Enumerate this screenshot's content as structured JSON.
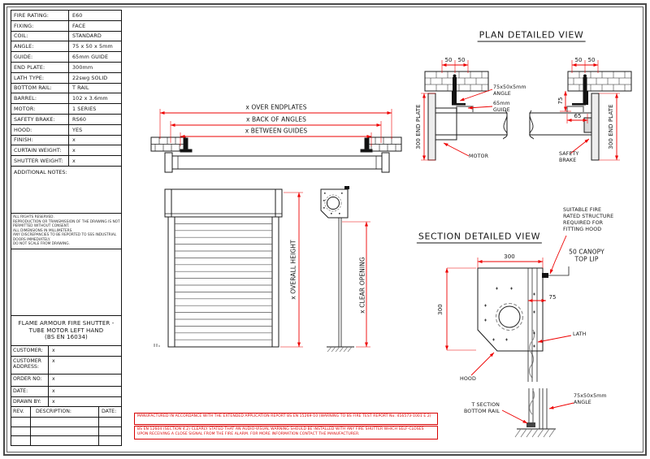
{
  "spec": {
    "rows": [
      {
        "label": "FIRE RATING:",
        "value": "E60"
      },
      {
        "label": "FIXING:",
        "value": "FACE"
      },
      {
        "label": "COIL:",
        "value": "STANDARD"
      },
      {
        "label": "ANGLE:",
        "value": "75 x 50 x 5mm"
      },
      {
        "label": "GUIDE:",
        "value": "65mm GUIDE"
      },
      {
        "label": "END PLATE:",
        "value": "300mm"
      },
      {
        "label": "LATH TYPE:",
        "value": "22swg SOLID"
      },
      {
        "label": "BOTTOM RAIL:",
        "value": "T RAIL"
      },
      {
        "label": "BARREL:",
        "value": "102 x 3.6mm"
      },
      {
        "label": "MOTOR:",
        "value": "1 SERIES"
      },
      {
        "label": "SAFETY BRAKE:",
        "value": "RS60"
      },
      {
        "label": "HOOD:",
        "value": "YES"
      },
      {
        "label": "FINISH:",
        "value": "x"
      },
      {
        "label": "CURTAIN WEIGHT:",
        "value": "x"
      },
      {
        "label": "SHUTTER WEIGHT:",
        "value": "x"
      }
    ]
  },
  "notes": {
    "additional_label": "ADDITIONAL NOTES:",
    "fine_print": [
      "ALL RIGHTS RESERVED.",
      "REPRODUCTION OR TRANSMISSION OF THE DRAWING IS NOT",
      "PERMITTED WITHOUT CONSENT.",
      "ALL DIMENSIONS IN MILLIMETERS.",
      "ANY DISCREPANCIES TO BE REPORTED TO SSS INDUSTRIAL",
      "DOORS IMMEDIATELY.",
      "DO NOT SCALE FROM DRAWING."
    ]
  },
  "title_block": {
    "line1": "FLAME ARMOUR FIRE SHUTTER -",
    "line2": "TUBE MOTOR LEFT HAND",
    "line3": "(BS EN 16034)",
    "fields": [
      {
        "label": "CUSTOMER:",
        "value": "x"
      },
      {
        "label": "CUSTOMER ADDRESS:",
        "value": "x"
      },
      {
        "label": "ORDER NO:",
        "value": "x"
      },
      {
        "label": "DATE:",
        "value": "x"
      },
      {
        "label": "DRAWN BY:",
        "value": "x"
      }
    ],
    "rev": {
      "col_rev": "REV.",
      "col_desc": "DESCRIPTION:",
      "col_date": "DATE:"
    }
  },
  "elev": {
    "over": "x OVER ENDPLATES",
    "back": "x BACK OF ANGLES",
    "between": "x BETWEEN GUIDES",
    "height": "x OVERALL HEIGHT",
    "clear": "x CLEAR OPENING"
  },
  "plan": {
    "title": "PLAN DETAILED VIEW",
    "d50a": "50",
    "d50b": "50",
    "d50c": "50",
    "d50d": "50",
    "ep_left": "300 END PLATE",
    "ep_right": "300 END PLATE",
    "angle1": "75x50x5mm",
    "angle2": "ANGLE",
    "guide1": "65mm",
    "guide2": "GUIDE",
    "motor": "MOTOR",
    "d75": "75",
    "d65": "65",
    "safety1": "SAFETY",
    "safety2": "BRAKE"
  },
  "section": {
    "title": "SECTION DETAILED VIEW",
    "note1": "SUITABLE FIRE",
    "note2": "RATED STRUCTURE",
    "note3": "REQUIRED FOR",
    "note4": "FITTING HOOD",
    "canopy1": "50 CANOPY",
    "canopy2": "TOP LIP",
    "d300t": "300",
    "d300l": "300",
    "d75": "75",
    "lath": "LATH",
    "hood": "HOOD",
    "rail1": "T SECTION",
    "rail2": "BOTTOM RAIL",
    "angle1": "75x50x5mm",
    "angle2": "ANGLE"
  },
  "warning": {
    "l1": "MANUFACTURED IN ACCORDANCE WITH THE EXTENDED APPLICATION REPORT BS EN 15269-10 (WARNING TO BS FIRE TEST REPORT No. 416573-1001 E 2)",
    "l2": "BS EN 12604 (SECTION 4.2) CLEARLY STATED THAT AN AUDIO-VISUAL WARNING SHOULD BE INSTALLED WITH ANY FIRE SHUTTER WHICH SELF-CLOSES",
    "l3": "UPON RECEIVING A CLOSE SIGNAL FROM THE FIRE ALARM. FOR MORE INFORMATION CONTACT THE MANUFACTURER."
  },
  "colors": {
    "dimension_red": "#ee0000",
    "line_black": "#1b1b1b",
    "warning_red": "#d80000"
  }
}
